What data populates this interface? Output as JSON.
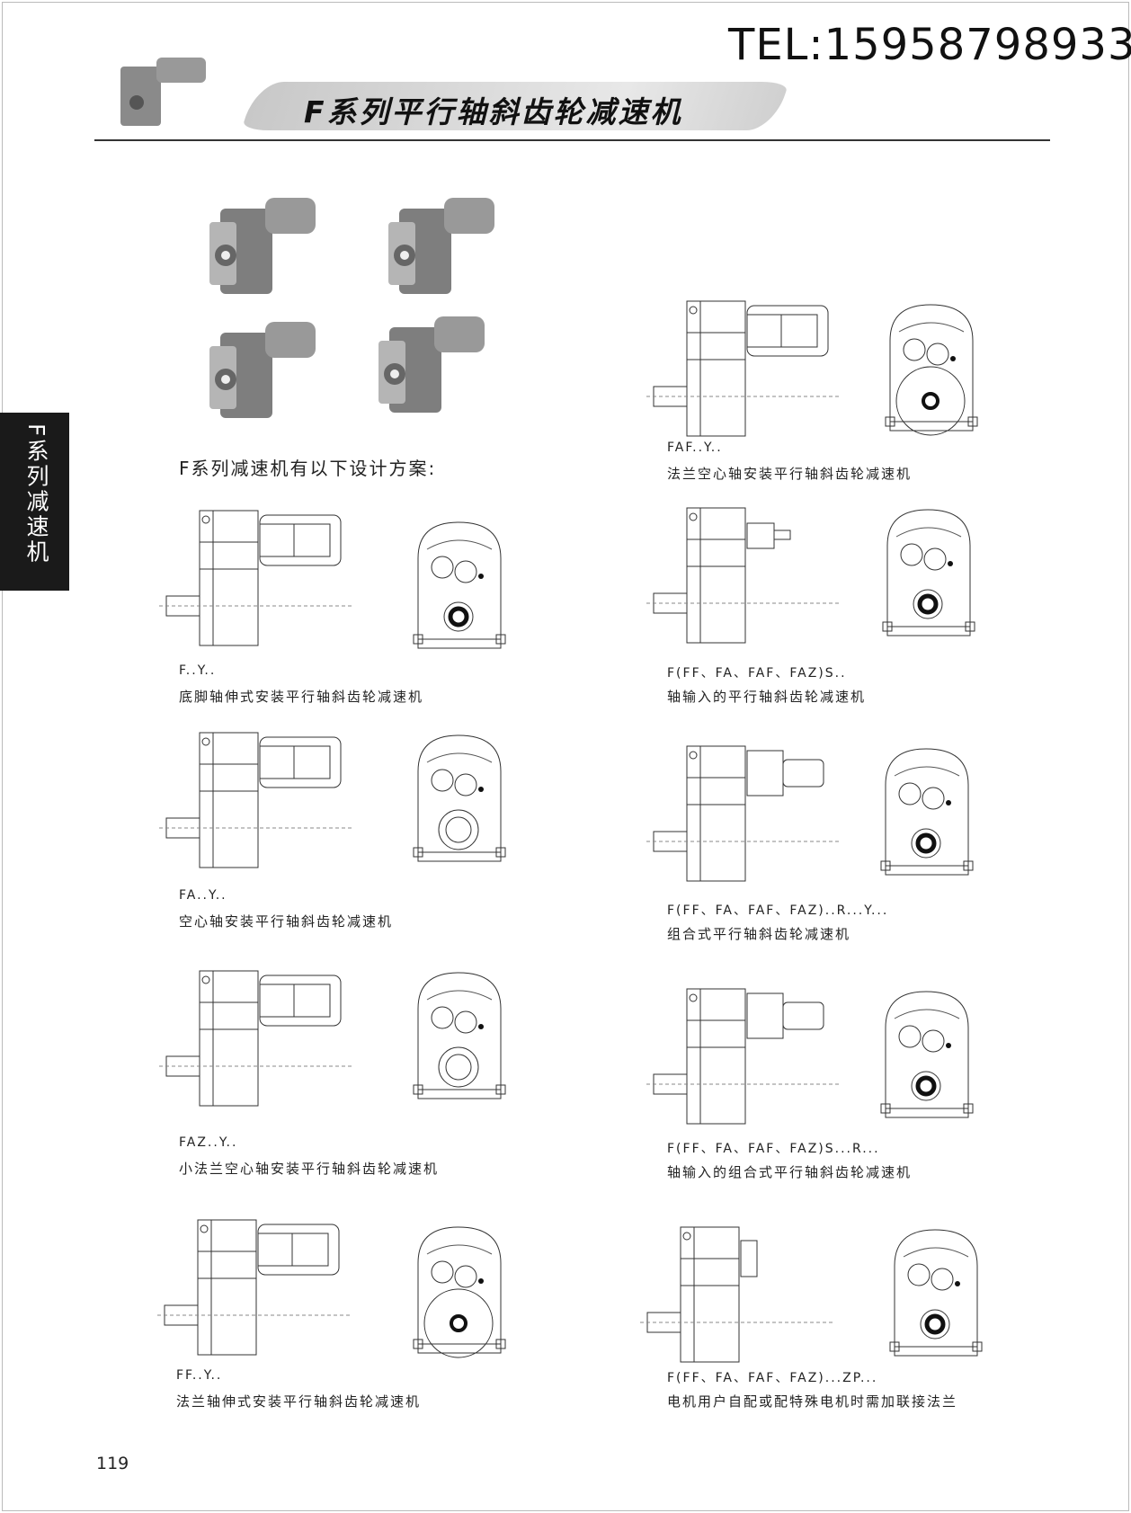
{
  "header": {
    "tel": "TEL:15958798933",
    "title": "F系列平行轴斜齿轮减速机"
  },
  "side_tab": "F系列减速机",
  "intro": "F系列减速机有以下设计方案:",
  "designs_left": [
    {
      "code": "F..Y..",
      "desc": "底脚轴伸式安装平行轴斜齿轮减速机"
    },
    {
      "code": "FA..Y..",
      "desc": "空心轴安装平行轴斜齿轮减速机"
    },
    {
      "code": "FAZ..Y..",
      "desc": "小法兰空心轴安装平行轴斜齿轮减速机"
    },
    {
      "code": "FF..Y..",
      "desc": "法兰轴伸式安装平行轴斜齿轮减速机"
    }
  ],
  "designs_right": [
    {
      "code": "FAF..Y..",
      "desc": "法兰空心轴安装平行轴斜齿轮减速机"
    },
    {
      "code": "F(FF、FA、FAF、FAZ)S..",
      "desc": "轴输入的平行轴斜齿轮减速机"
    },
    {
      "code": "F(FF、FA、FAF、FAZ)..R...Y...",
      "desc": "组合式平行轴斜齿轮减速机"
    },
    {
      "code": "F(FF、FA、FAF、FAZ)S...R...",
      "desc": "轴输入的组合式平行轴斜齿轮减速机"
    },
    {
      "code": "F(FF、FA、FAF、FAZ)...ZP...",
      "desc": "电机用户自配或配特殊电机时需加联接法兰"
    }
  ],
  "page_number": "119"
}
